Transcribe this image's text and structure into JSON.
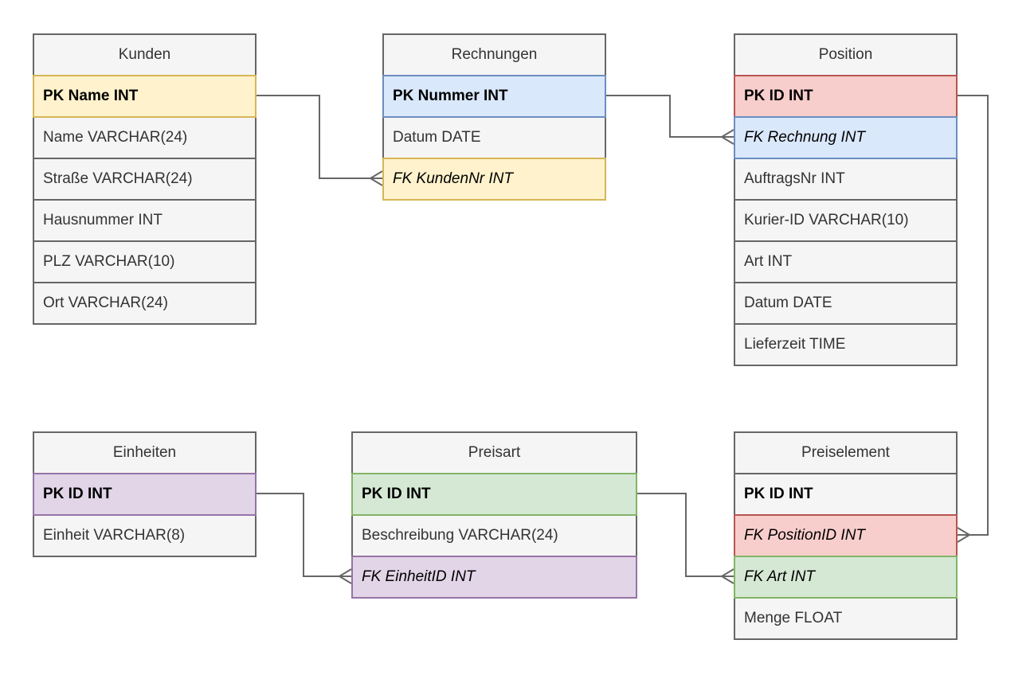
{
  "diagram": {
    "type": "entity-relationship",
    "background_color": "#ffffff",
    "line_color": "#666666",
    "palette": {
      "gray": {
        "fill": "#f5f5f5",
        "stroke": "#666666"
      },
      "yellow": {
        "fill": "#fff2cc",
        "stroke": "#d6b656"
      },
      "blue": {
        "fill": "#dae8fc",
        "stroke": "#6c8ebf"
      },
      "red": {
        "fill": "#f8cecc",
        "stroke": "#b85450"
      },
      "green": {
        "fill": "#d5e8d4",
        "stroke": "#82b366"
      },
      "purple": {
        "fill": "#e1d5e7",
        "stroke": "#9673a6"
      }
    },
    "tables": [
      {
        "title": "Kunden",
        "rows": [
          {
            "label": "PK Name INT",
            "key": "PK",
            "color": "yellow"
          },
          {
            "label": "Name VARCHAR(24)",
            "key": null,
            "color": "gray"
          },
          {
            "label": "Straße VARCHAR(24)",
            "key": null,
            "color": "gray"
          },
          {
            "label": "Hausnummer INT",
            "key": null,
            "color": "gray"
          },
          {
            "label": "PLZ VARCHAR(10)",
            "key": null,
            "color": "gray"
          },
          {
            "label": "Ort VARCHAR(24)",
            "key": null,
            "color": "gray"
          }
        ]
      },
      {
        "title": "Rechnungen",
        "rows": [
          {
            "label": "PK Nummer INT",
            "key": "PK",
            "color": "blue"
          },
          {
            "label": "Datum DATE",
            "key": null,
            "color": "gray"
          },
          {
            "label": "FK KundenNr INT",
            "key": "FK",
            "color": "yellow"
          }
        ]
      },
      {
        "title": "Position",
        "rows": [
          {
            "label": "PK ID INT",
            "key": "PK",
            "color": "red"
          },
          {
            "label": "FK Rechnung INT",
            "key": "FK",
            "color": "blue"
          },
          {
            "label": "AuftragsNr INT",
            "key": null,
            "color": "gray"
          },
          {
            "label": "Kurier-ID VARCHAR(10)",
            "key": null,
            "color": "gray"
          },
          {
            "label": "Art INT",
            "key": null,
            "color": "gray"
          },
          {
            "label": "Datum DATE",
            "key": null,
            "color": "gray"
          },
          {
            "label": "Lieferzeit TIME",
            "key": null,
            "color": "gray"
          }
        ]
      },
      {
        "title": "Einheiten",
        "rows": [
          {
            "label": "PK ID INT",
            "key": "PK",
            "color": "purple"
          },
          {
            "label": "Einheit VARCHAR(8)",
            "key": null,
            "color": "gray"
          }
        ]
      },
      {
        "title": "Preisart",
        "rows": [
          {
            "label": "PK ID INT",
            "key": "PK",
            "color": "green"
          },
          {
            "label": "Beschreibung VARCHAR(24)",
            "key": null,
            "color": "gray"
          },
          {
            "label": "FK EinheitID INT",
            "key": "FK",
            "color": "purple"
          }
        ]
      },
      {
        "title": "Preiselement",
        "rows": [
          {
            "label": "PK ID INT",
            "key": "PK",
            "color": "gray"
          },
          {
            "label": "FK PositionID INT",
            "key": "FK",
            "color": "red"
          },
          {
            "label": "FK Art INT",
            "key": "FK",
            "color": "green"
          },
          {
            "label": "Menge FLOAT",
            "key": null,
            "color": "gray"
          }
        ]
      }
    ],
    "relationships": [
      {
        "from": "Kunden.PK Name INT",
        "to": "Rechnungen.FK KundenNr INT",
        "notation": "crow-foot-many-at-fk"
      },
      {
        "from": "Rechnungen.PK Nummer INT",
        "to": "Position.FK Rechnung INT",
        "notation": "crow-foot-many-at-fk"
      },
      {
        "from": "Position.PK ID INT",
        "to": "Preiselement.FK PositionID INT",
        "notation": "crow-foot-many-at-fk"
      },
      {
        "from": "Einheiten.PK ID INT",
        "to": "Preisart.FK EinheitID INT",
        "notation": "crow-foot-many-at-fk"
      },
      {
        "from": "Preisart.PK ID INT",
        "to": "Preiselement.FK Art INT",
        "notation": "crow-foot-many-at-fk"
      }
    ]
  }
}
